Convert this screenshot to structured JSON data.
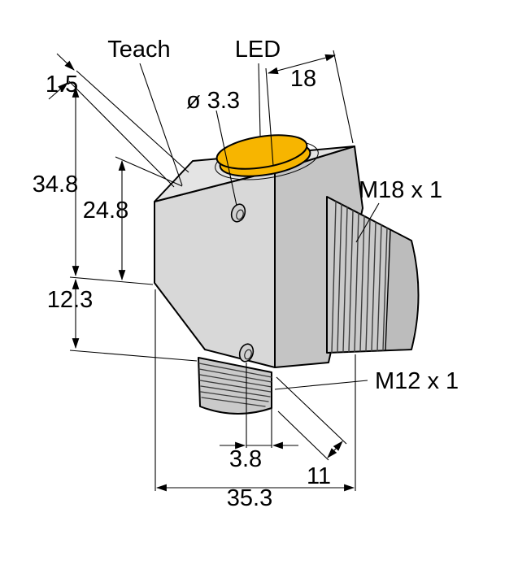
{
  "labels": {
    "teach": "Teach",
    "led": "LED",
    "offset_top": "1.5",
    "hole_diameter": "ø 3.3",
    "depth_top": "18",
    "height_total": "34.8",
    "height_body": "24.8",
    "barrel_thread": "M18 x 1",
    "height_lower": "12.3",
    "connector_thread": "M12 x 1",
    "hole_offset": "3.8",
    "connector_depth": "11",
    "width_total": "35.3"
  },
  "colors": {
    "led_window": "#F7B500",
    "body": "#d8d8d8",
    "line": "#000000",
    "background": "#ffffff"
  }
}
